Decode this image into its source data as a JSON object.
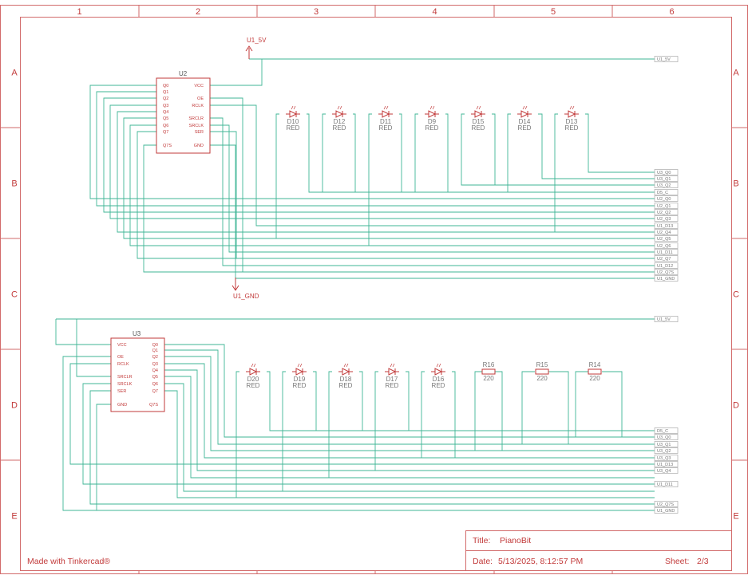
{
  "ruler": {
    "columns": [
      "1",
      "2",
      "3",
      "4",
      "5",
      "6"
    ],
    "rows": [
      "A",
      "B",
      "C",
      "D",
      "E"
    ]
  },
  "credit": "Made with Tinkercad®",
  "title_block": {
    "title_label": "Title:",
    "title_value": "PianoBit",
    "date_label": "Date:",
    "date_value": "5/13/2025, 8:12:57 PM",
    "sheet_label": "Sheet:",
    "sheet_value": "2/3"
  },
  "colors": {
    "frame": "#c23a3a",
    "wire": "#3fb596",
    "net_label": "#777777"
  },
  "u2": {
    "name": "U2",
    "left_pins": [
      "Q0",
      "Q1",
      "Q2",
      "Q3",
      "Q4",
      "Q5",
      "Q6",
      "Q7",
      "Q7S"
    ],
    "right_pins": [
      "VCC",
      "OE",
      "RCLK",
      "SRCLR",
      "SRCLK",
      "SER",
      "GND"
    ]
  },
  "u3": {
    "name": "U3",
    "left_pins": [
      "VCC",
      "OE",
      "RCLK",
      "SRCLR",
      "SRCLK",
      "SER",
      "GND"
    ],
    "right_pins": [
      "Q0",
      "Q1",
      "Q2",
      "Q3",
      "Q4",
      "Q5",
      "Q6",
      "Q7",
      "Q7S"
    ]
  },
  "power": {
    "top_vcc": "U1_5V",
    "top_gnd": "U1_GND"
  },
  "top_leds": [
    {
      "name": "D10",
      "value": "RED"
    },
    {
      "name": "D12",
      "value": "RED"
    },
    {
      "name": "D11",
      "value": "RED"
    },
    {
      "name": "D9",
      "value": "RED"
    },
    {
      "name": "D15",
      "value": "RED"
    },
    {
      "name": "D14",
      "value": "RED"
    },
    {
      "name": "D13",
      "value": "RED"
    }
  ],
  "bottom_leds": [
    {
      "name": "D20",
      "value": "RED"
    },
    {
      "name": "D19",
      "value": "RED"
    },
    {
      "name": "D18",
      "value": "RED"
    },
    {
      "name": "D17",
      "value": "RED"
    },
    {
      "name": "D16",
      "value": "RED"
    }
  ],
  "resistors": [
    {
      "name": "R16",
      "value": "220"
    },
    {
      "name": "R15",
      "value": "220"
    },
    {
      "name": "R14",
      "value": "220"
    }
  ],
  "top_nets": [
    "U1_5V",
    "U3_Q0",
    "U3_Q1",
    "U3_Q2",
    "D5_C",
    "U2_Q0",
    "U2_Q1",
    "U2_Q2",
    "U2_Q3",
    "U1_D13",
    "U2_Q4",
    "U2_Q5",
    "U2_Q6",
    "U1_D11",
    "U2_Q7",
    "U1_D12",
    "U2_Q7S",
    "U1_GND"
  ],
  "bottom_nets": [
    "U1_5V",
    "D5_C",
    "U3_Q0",
    "U3_Q1",
    "U3_Q2",
    "U3_Q3",
    "U1_D13",
    "U3_Q4",
    "U1_D11",
    "U2_Q7S",
    "U1_GND"
  ]
}
